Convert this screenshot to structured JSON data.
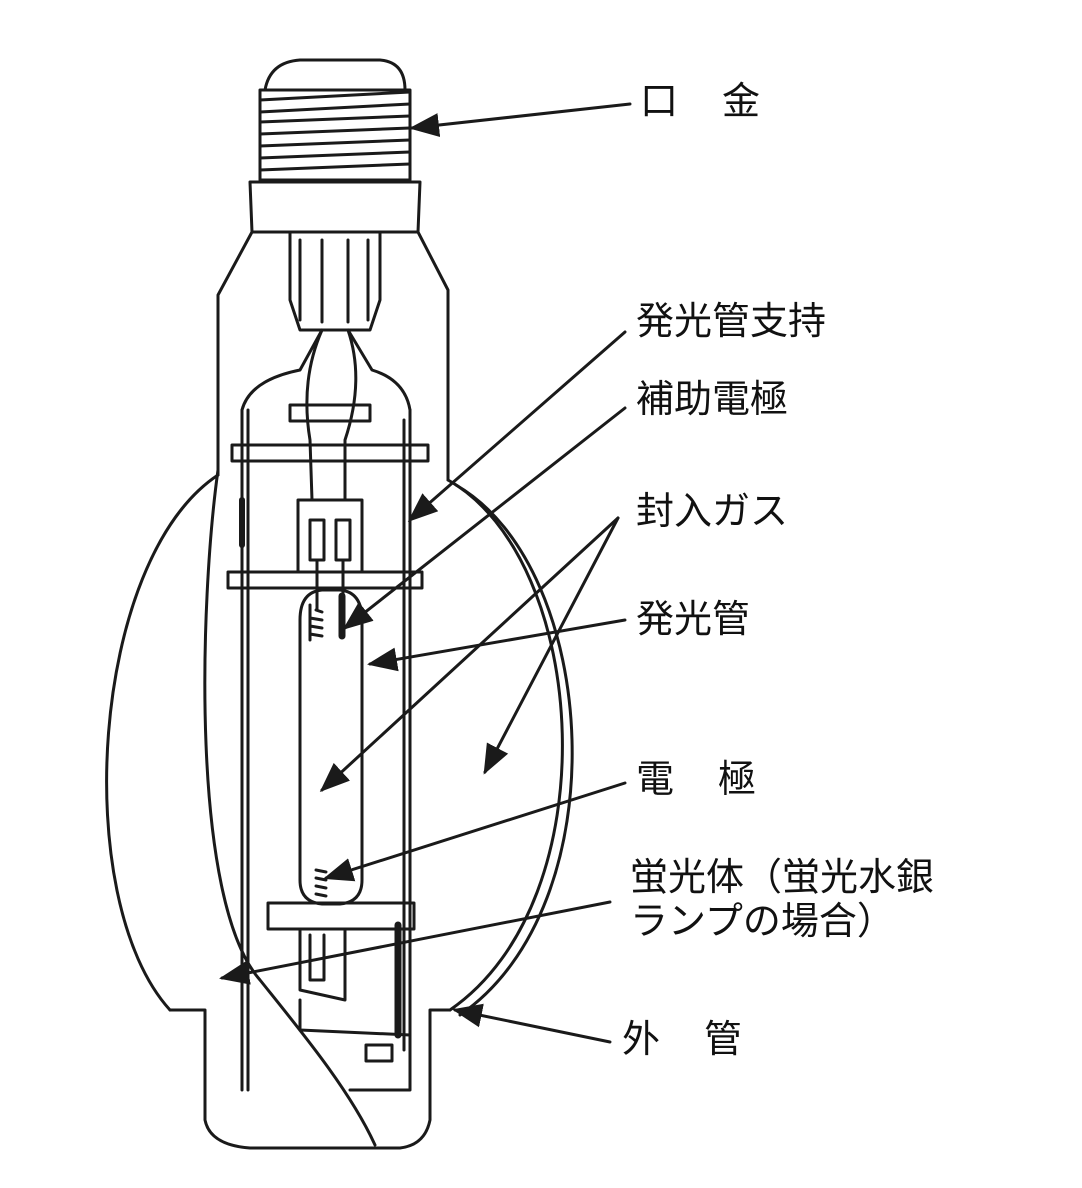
{
  "labels": {
    "base": "口金",
    "arc_tube_support": "発光管支持",
    "auxiliary_electrode": "補助電極",
    "fill_gas": "封入ガス",
    "arc_tube": "発光管",
    "electrode": "電極",
    "phosphor": "蛍光体（蛍光水銀\nランプの場合）",
    "outer_bulb": "外管"
  },
  "colors": {
    "line": "#1a1a1a",
    "background": "#ffffff"
  }
}
